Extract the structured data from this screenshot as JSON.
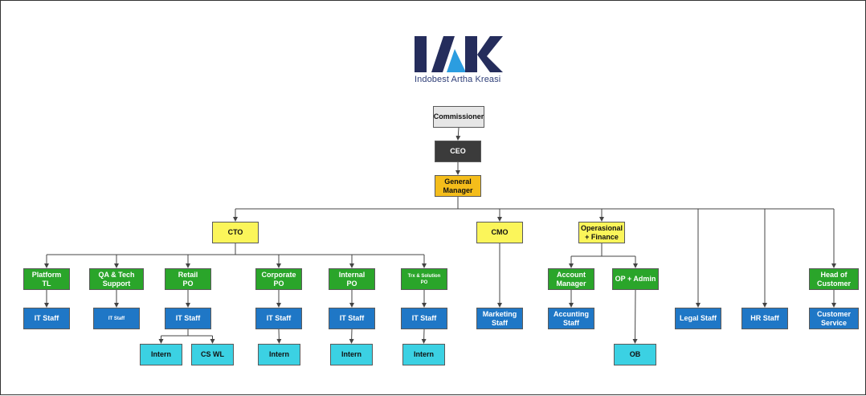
{
  "logo": {
    "mark": "IAK",
    "company": "Indobest Artha Kreasi",
    "colors": {
      "dark": "#252d5c",
      "light": "#2b9de0"
    }
  },
  "colors": {
    "commissioner": "#e6e6e6",
    "ceo": "#3b3b3b",
    "general_manager": "#f4bd1b",
    "division": "#fbf55a",
    "lead": "#2aa52a",
    "staff": "#1f77c6",
    "intern": "#3bd1e3",
    "line": "#444444"
  },
  "org": {
    "commissioner": "Commissioner",
    "ceo": "CEO",
    "general_manager": "General\nManager",
    "cto": "CTO",
    "cmo": "CMO",
    "op_finance": "Operasional\n+ Finance",
    "platform_tl": "Platform\nTL",
    "qa_tech": "QA & Tech\nSupport",
    "retail_po": "Retail\nPO",
    "corporate_po": "Corporate\nPO",
    "internal_po": "Internal\nPO",
    "trx_po": "Trx & Solution\nPO",
    "account_manager": "Account\nManager",
    "op_admin": "OP + Admin",
    "head_customer": "Head of\nCustomer",
    "it_staff_platform": "IT Staff",
    "it_staff_qa": "IT Staff",
    "it_staff_retail": "IT Staff",
    "it_staff_corporate": "IT Staff",
    "it_staff_internal": "IT Staff",
    "it_staff_trx": "IT Staff",
    "marketing_staff": "Marketing\nStaff",
    "accounting_staff": "Accunting\nStaff",
    "legal_staff": "Legal Staff",
    "hr_staff": "HR Staff",
    "customer_service": "Customer\nService",
    "intern_retail": "Intern",
    "cs_wl": "CS WL",
    "intern_corporate": "Intern",
    "intern_internal": "Intern",
    "intern_trx": "Intern",
    "ob": "OB"
  }
}
